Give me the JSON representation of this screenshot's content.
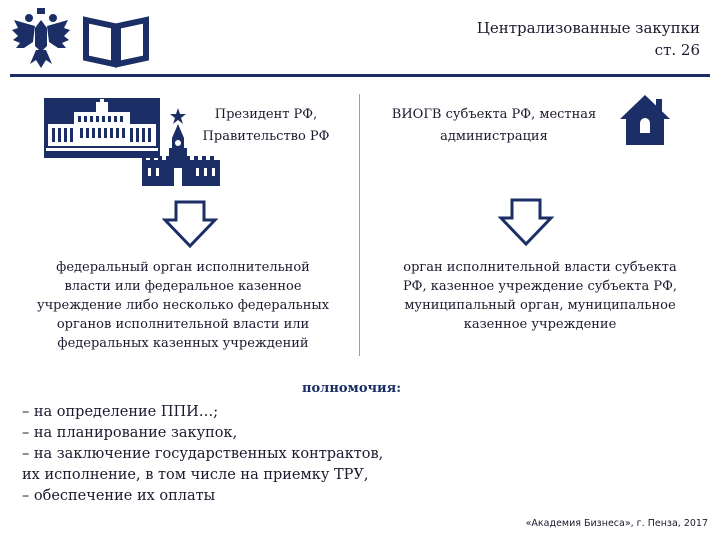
{
  "header": {
    "title_line1": "Централизованные закупки",
    "title_line2": "ст. 26",
    "emblem_icon": "double-headed-eagle-icon",
    "book_icon": "open-book-icon"
  },
  "left": {
    "heading_line1": "Президент РФ,",
    "heading_line2": "Правительство РФ",
    "body_lines": [
      "федеральный орган исполнительной",
      "власти или федеральное казенное",
      "учреждение либо несколько федеральных",
      "органов исполнительной власти или",
      "федеральных казенных учреждений"
    ],
    "icons": [
      "government-building-icon",
      "kremlin-tower-icon",
      "down-arrow-icon"
    ]
  },
  "right": {
    "heading_line1": "ВИОГВ субъекта РФ, местная",
    "heading_line2": "администрация",
    "body_lines": [
      "орган исполнительной власти субъекта",
      "РФ, казенное учреждение субъекта РФ,",
      "муниципальный орган, муниципальное",
      "казенное учреждение"
    ],
    "icons": [
      "house-icon",
      "down-arrow-icon"
    ]
  },
  "powers": {
    "label": "полномочия:",
    "items": [
      "– на определение ППИ…;",
      "– на планирование закупок,",
      "– на заключение государственных контрактов,",
      "их исполнение, в том числе на приемку ТРУ,",
      "– обеспечение их оплаты"
    ]
  },
  "footer": "«Академия Бизнеса», г. Пенза, 2017",
  "colors": {
    "accent": "#1b2f66",
    "text": "#1a1a2e"
  }
}
